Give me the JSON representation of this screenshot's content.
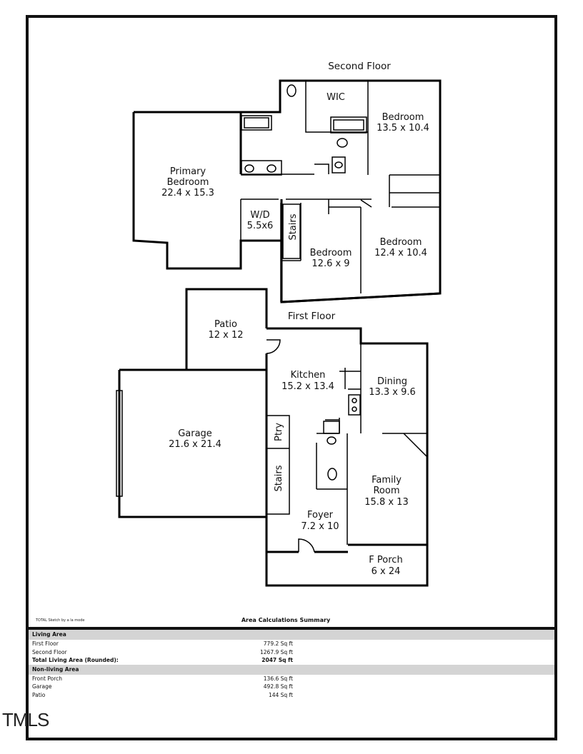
{
  "floors": {
    "second_floor_title": "Second Floor",
    "first_floor_title": "First Floor"
  },
  "rooms": {
    "wic": "WIC",
    "bedroom_ne": {
      "name": "Bedroom",
      "dims": "13.5 x 10.4"
    },
    "primary": {
      "name1": "Primary",
      "name2": "Bedroom",
      "dims": "22.4 x 15.3"
    },
    "wd": {
      "name": "W/D",
      "dims": "5.5x6"
    },
    "stairs_upper": "Stairs",
    "bedroom_mid": {
      "name": "Bedroom",
      "dims": "12.6 x 9"
    },
    "bedroom_se": {
      "name": "Bedroom",
      "dims": "12.4 x 10.4"
    },
    "patio": {
      "name": "Patio",
      "dims": "12 x 12"
    },
    "kitchen": {
      "name": "Kitchen",
      "dims": "15.2 x 13.4"
    },
    "dining": {
      "name": "Dining",
      "dims": "13.3 x 9.6"
    },
    "garage": {
      "name": "Garage",
      "dims": "21.6 x 21.4"
    },
    "pantry": "Ptry",
    "stairs_lower": "Stairs",
    "family": {
      "name1": "Family",
      "name2": "Room",
      "dims": "15.8 x 13"
    },
    "foyer": {
      "name": "Foyer",
      "dims": "7.2 x 10"
    },
    "porch": {
      "name": "F Porch",
      "dims": "6 x 24"
    }
  },
  "footer_note": "TOTAL Sketch by a la mode",
  "summary": {
    "title": "Area Calculations Summary",
    "living_header": "Living Area",
    "living_rows": [
      {
        "name": "First Floor",
        "value": "779.2 Sq ft"
      },
      {
        "name": "Second Floor",
        "value": "1267.9 Sq ft"
      }
    ],
    "total": {
      "name": "Total Living Area (Rounded):",
      "value": "2047 Sq ft"
    },
    "nonliving_header": "Non-living Area",
    "nonliving_rows": [
      {
        "name": "Front Porch",
        "value": "136.6 Sq ft"
      },
      {
        "name": "Garage",
        "value": "492.8 Sq ft"
      },
      {
        "name": "Patio",
        "value": "144 Sq ft"
      }
    ]
  },
  "watermark": "TMLS"
}
